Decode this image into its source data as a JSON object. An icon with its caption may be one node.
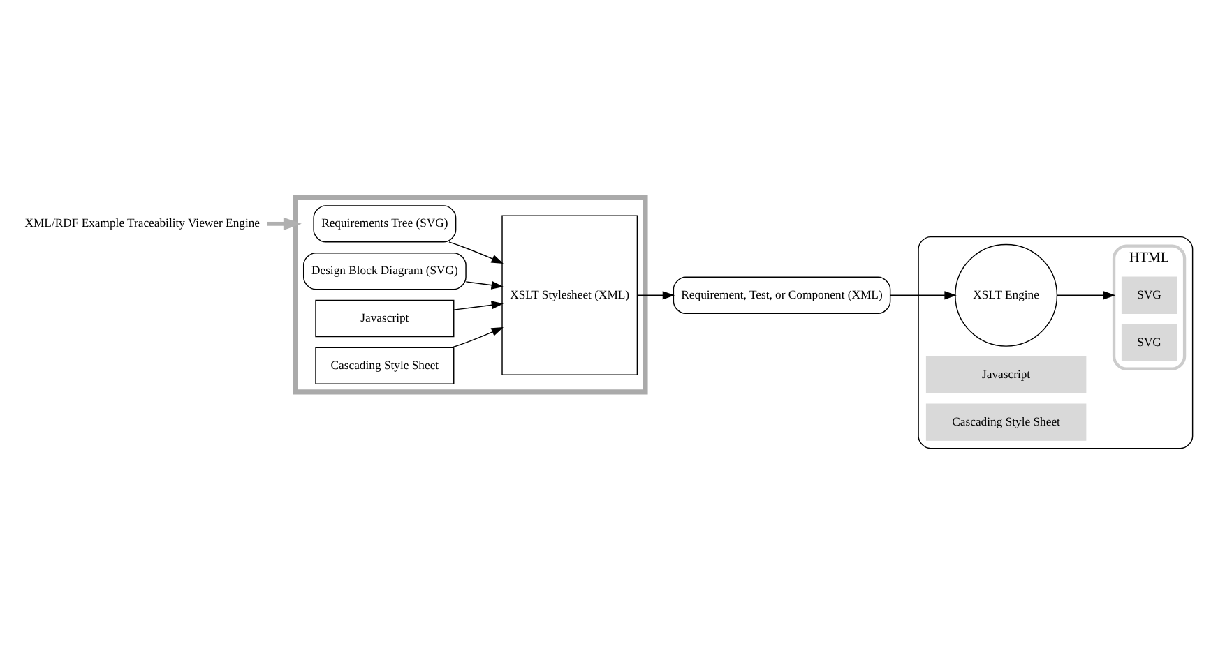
{
  "diagram": {
    "nodes": [
      {
        "text": [
          "Requirement, Test, or Component (XML)"
        ]
      },
      {
        "text": [],
        "shape": "ellipse"
      },
      {
        "text": [
          "XSLT Engine"
        ],
        "in": 1
      },
      {
        "text": [
          "HTML"
        ],
        "in": 1
      },
      {
        "text": [
          "SVG"
        ],
        "in": 3
      },
      {
        "text": [
          "SVG"
        ],
        "in": 3
      },
      {
        "text": [
          "Javascript"
        ],
        "in": 1
      },
      {
        "text": [
          "Cascading Style Sheet"
        ],
        "in": 1
      },
      {
        "text": [],
        "shape": "box"
      },
      {
        "text": [
          "Requirements Tree (SVG)"
        ],
        "in": 8
      },
      {
        "text": [
          "Design Block Diagram (SVG)"
        ],
        "in": 8
      },
      {
        "text": [
          "Javascript"
        ],
        "in": 8
      },
      {
        "text": [
          "Cascading Style Sheet"
        ],
        "in": 8
      },
      {
        "text": [
          "XSLT Stylesheet (XML)"
        ],
        "in": 8
      },
      {
        "text": [
          "XML/RDF Example Traceability Viewer Engine"
        ]
      }
    ],
    "edges": [
      {
        "from": 9,
        "to": 13,
        "arrow": "to"
      },
      {
        "from": 10,
        "to": 13,
        "arrow": "to"
      },
      {
        "from": 11,
        "to": 13,
        "arrow": "to"
      },
      {
        "from": 12,
        "to": 13,
        "arrow": "to"
      },
      {
        "from": 13,
        "to": 0,
        "arrow": "to"
      },
      {
        "from": 0,
        "to": 2,
        "arrow": "to"
      },
      {
        "from": 2,
        "to": 3,
        "arrow": "to"
      },
      {
        "from": 14,
        "to": 8,
        "arrow": "to",
        "style": "thick",
        "color": "#b0b0b0"
      }
    ]
  }
}
